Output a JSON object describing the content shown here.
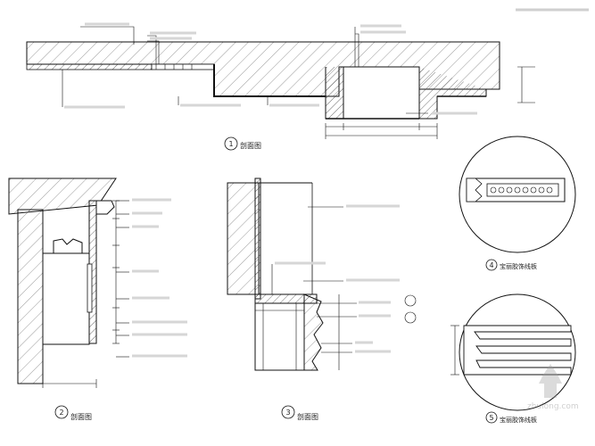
{
  "views": {
    "v1": {
      "number": "1",
      "caption": "剖面图"
    },
    "v2": {
      "number": "2",
      "caption": "剖面图"
    },
    "v3": {
      "number": "3",
      "caption": "剖面图"
    },
    "v4": {
      "number": "4",
      "caption": ""
    },
    "v5": {
      "number": "5",
      "caption": ""
    }
  },
  "detail_labels": {
    "v4": "宝丽胶饰线板",
    "v5": "宝丽胶饰线板"
  },
  "watermark": {
    "text": "zhulong.com"
  }
}
